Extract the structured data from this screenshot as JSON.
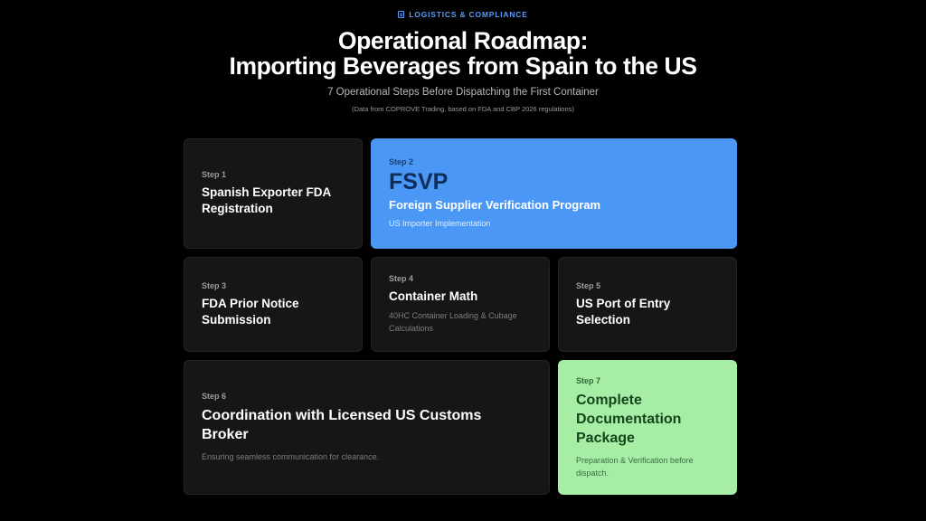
{
  "header": {
    "eyebrow": "LOGISTICS & COMPLIANCE",
    "title_line1": "Operational Roadmap:",
    "title_line2": "Importing Beverages from Spain to the US",
    "subtitle": "7 Operational Steps Before Dispatching the First Container",
    "source": "(Data from COPROVE Trading, based on FDA and CBP 2026 regulations)"
  },
  "steps": [
    {
      "step": "Step 1",
      "title": "Spanish Exporter FDA Registration"
    },
    {
      "step": "Step 2",
      "big": "FSVP",
      "title": "Foreign Supplier Verification Program",
      "desc": "US Importer Implementation"
    },
    {
      "step": "Step 3",
      "title": "FDA Prior Notice Submission"
    },
    {
      "step": "Step 4",
      "title": "Container Math",
      "desc": "40HC Container Loading & Cubage Calculations"
    },
    {
      "step": "Step 5",
      "title": "US Port of Entry Selection"
    },
    {
      "step": "Step 6",
      "title": "Coordination with Licensed US Customs Broker",
      "desc": "Ensuring seamless communication for clearance."
    },
    {
      "step": "Step 7",
      "title": "Complete Documentation Package",
      "desc": "Preparation & Verification before dispatch."
    }
  ],
  "colors": {
    "accent_blue": "#4a97f6",
    "accent_green": "#a6eda5",
    "card_bg": "#161616",
    "background": "#000000"
  },
  "icons": {
    "eyebrow_icon": "clipboard-icon"
  }
}
